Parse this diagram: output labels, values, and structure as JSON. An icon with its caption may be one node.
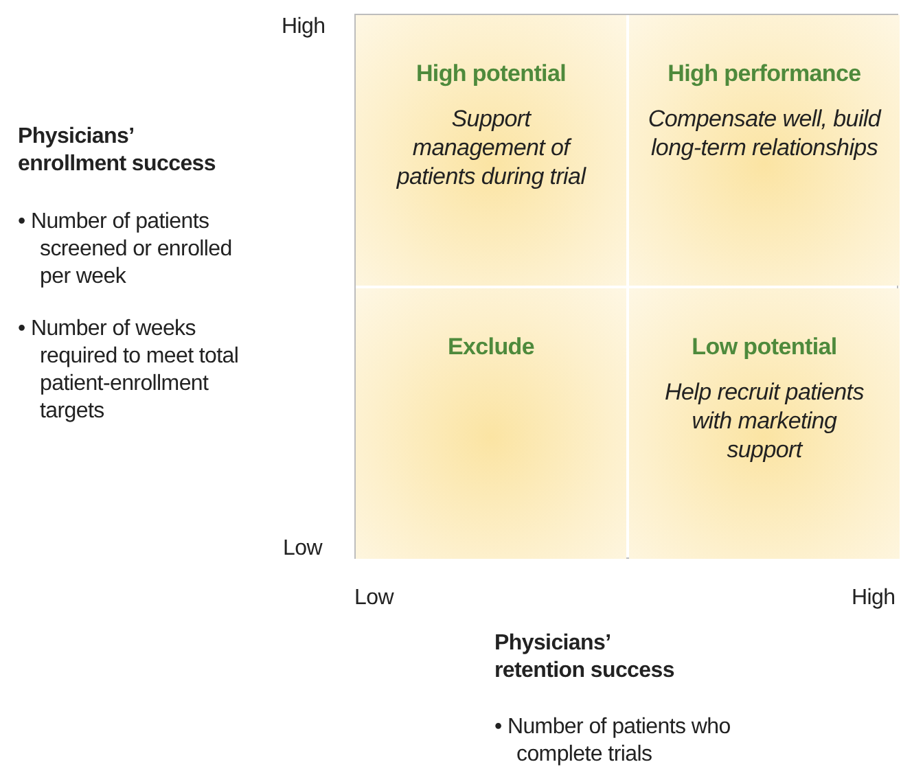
{
  "diagram": {
    "nodes": [
      {
        "text": [
          "High potential",
          "Support management of patients during trial"
        ]
      },
      {
        "text": [
          "High performance",
          "Compensate well, build long-term relationships"
        ]
      },
      {
        "text": [
          "Exclude"
        ]
      },
      {
        "text": [
          "Low potential",
          "Help recruit patients with marketing support"
        ]
      }
    ],
    "labels": [
      "High",
      "Physicians’ enrollment success",
      "• Number of patients screened or enrolled per week",
      "• Number of weeks required to meet total patient-enrollment targets",
      "Low",
      "Low",
      "High",
      "Physicians’ retention success",
      "• Number of patients who complete trials"
    ]
  }
}
